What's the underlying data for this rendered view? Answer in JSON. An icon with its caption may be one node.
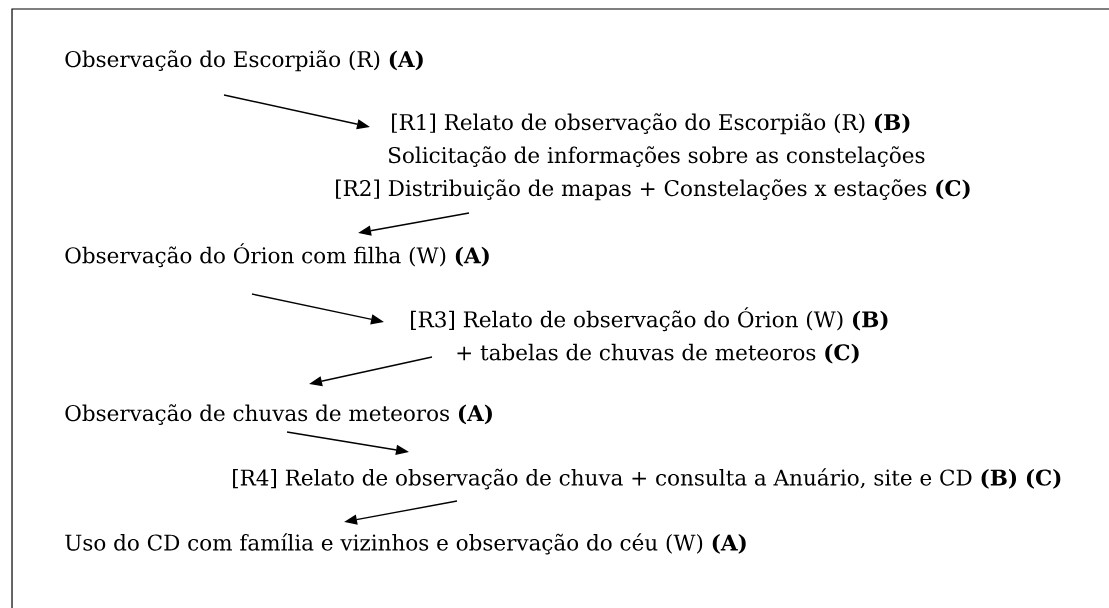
{
  "diagram": {
    "nodes": [
      {
        "text": [
          "Observação do Escorpião (R) **(A)**"
        ]
      },
      {
        "text": [
          "[R1] Relato de observação do Escorpião (R) **(B)**",
          "Solicitação de informações sobre as constelações",
          "[R2] Distribuição de mapas + Constelações x estações **(C)**"
        ]
      },
      {
        "text": [
          "Observação do Órion com filha (W) **(A)**"
        ]
      },
      {
        "text": [
          "[R3] Relato de observação do Órion (W) **(B)**",
          "+ tabelas de chuvas de meteoros **(C)**"
        ]
      },
      {
        "text": [
          "Observação de chuvas de meteoros **(A)**"
        ]
      },
      {
        "text": [
          "[R4] Relato de observação de chuva + consulta a Anuário, site e CD **(B)** **(C)**"
        ]
      },
      {
        "text": [
          "Uso do CD com família e vizinhos e observação do céu (W) **(A)**"
        ]
      }
    ],
    "edges": [
      {
        "from": 0,
        "to": 1,
        "arrow": "to"
      },
      {
        "from": 1,
        "to": 2,
        "arrow": "to"
      },
      {
        "from": 2,
        "to": 3,
        "arrow": "to"
      },
      {
        "from": 3,
        "to": 4,
        "arrow": "to"
      },
      {
        "from": 4,
        "to": 5,
        "arrow": "to"
      },
      {
        "from": 5,
        "to": 6,
        "arrow": "to"
      }
    ]
  }
}
